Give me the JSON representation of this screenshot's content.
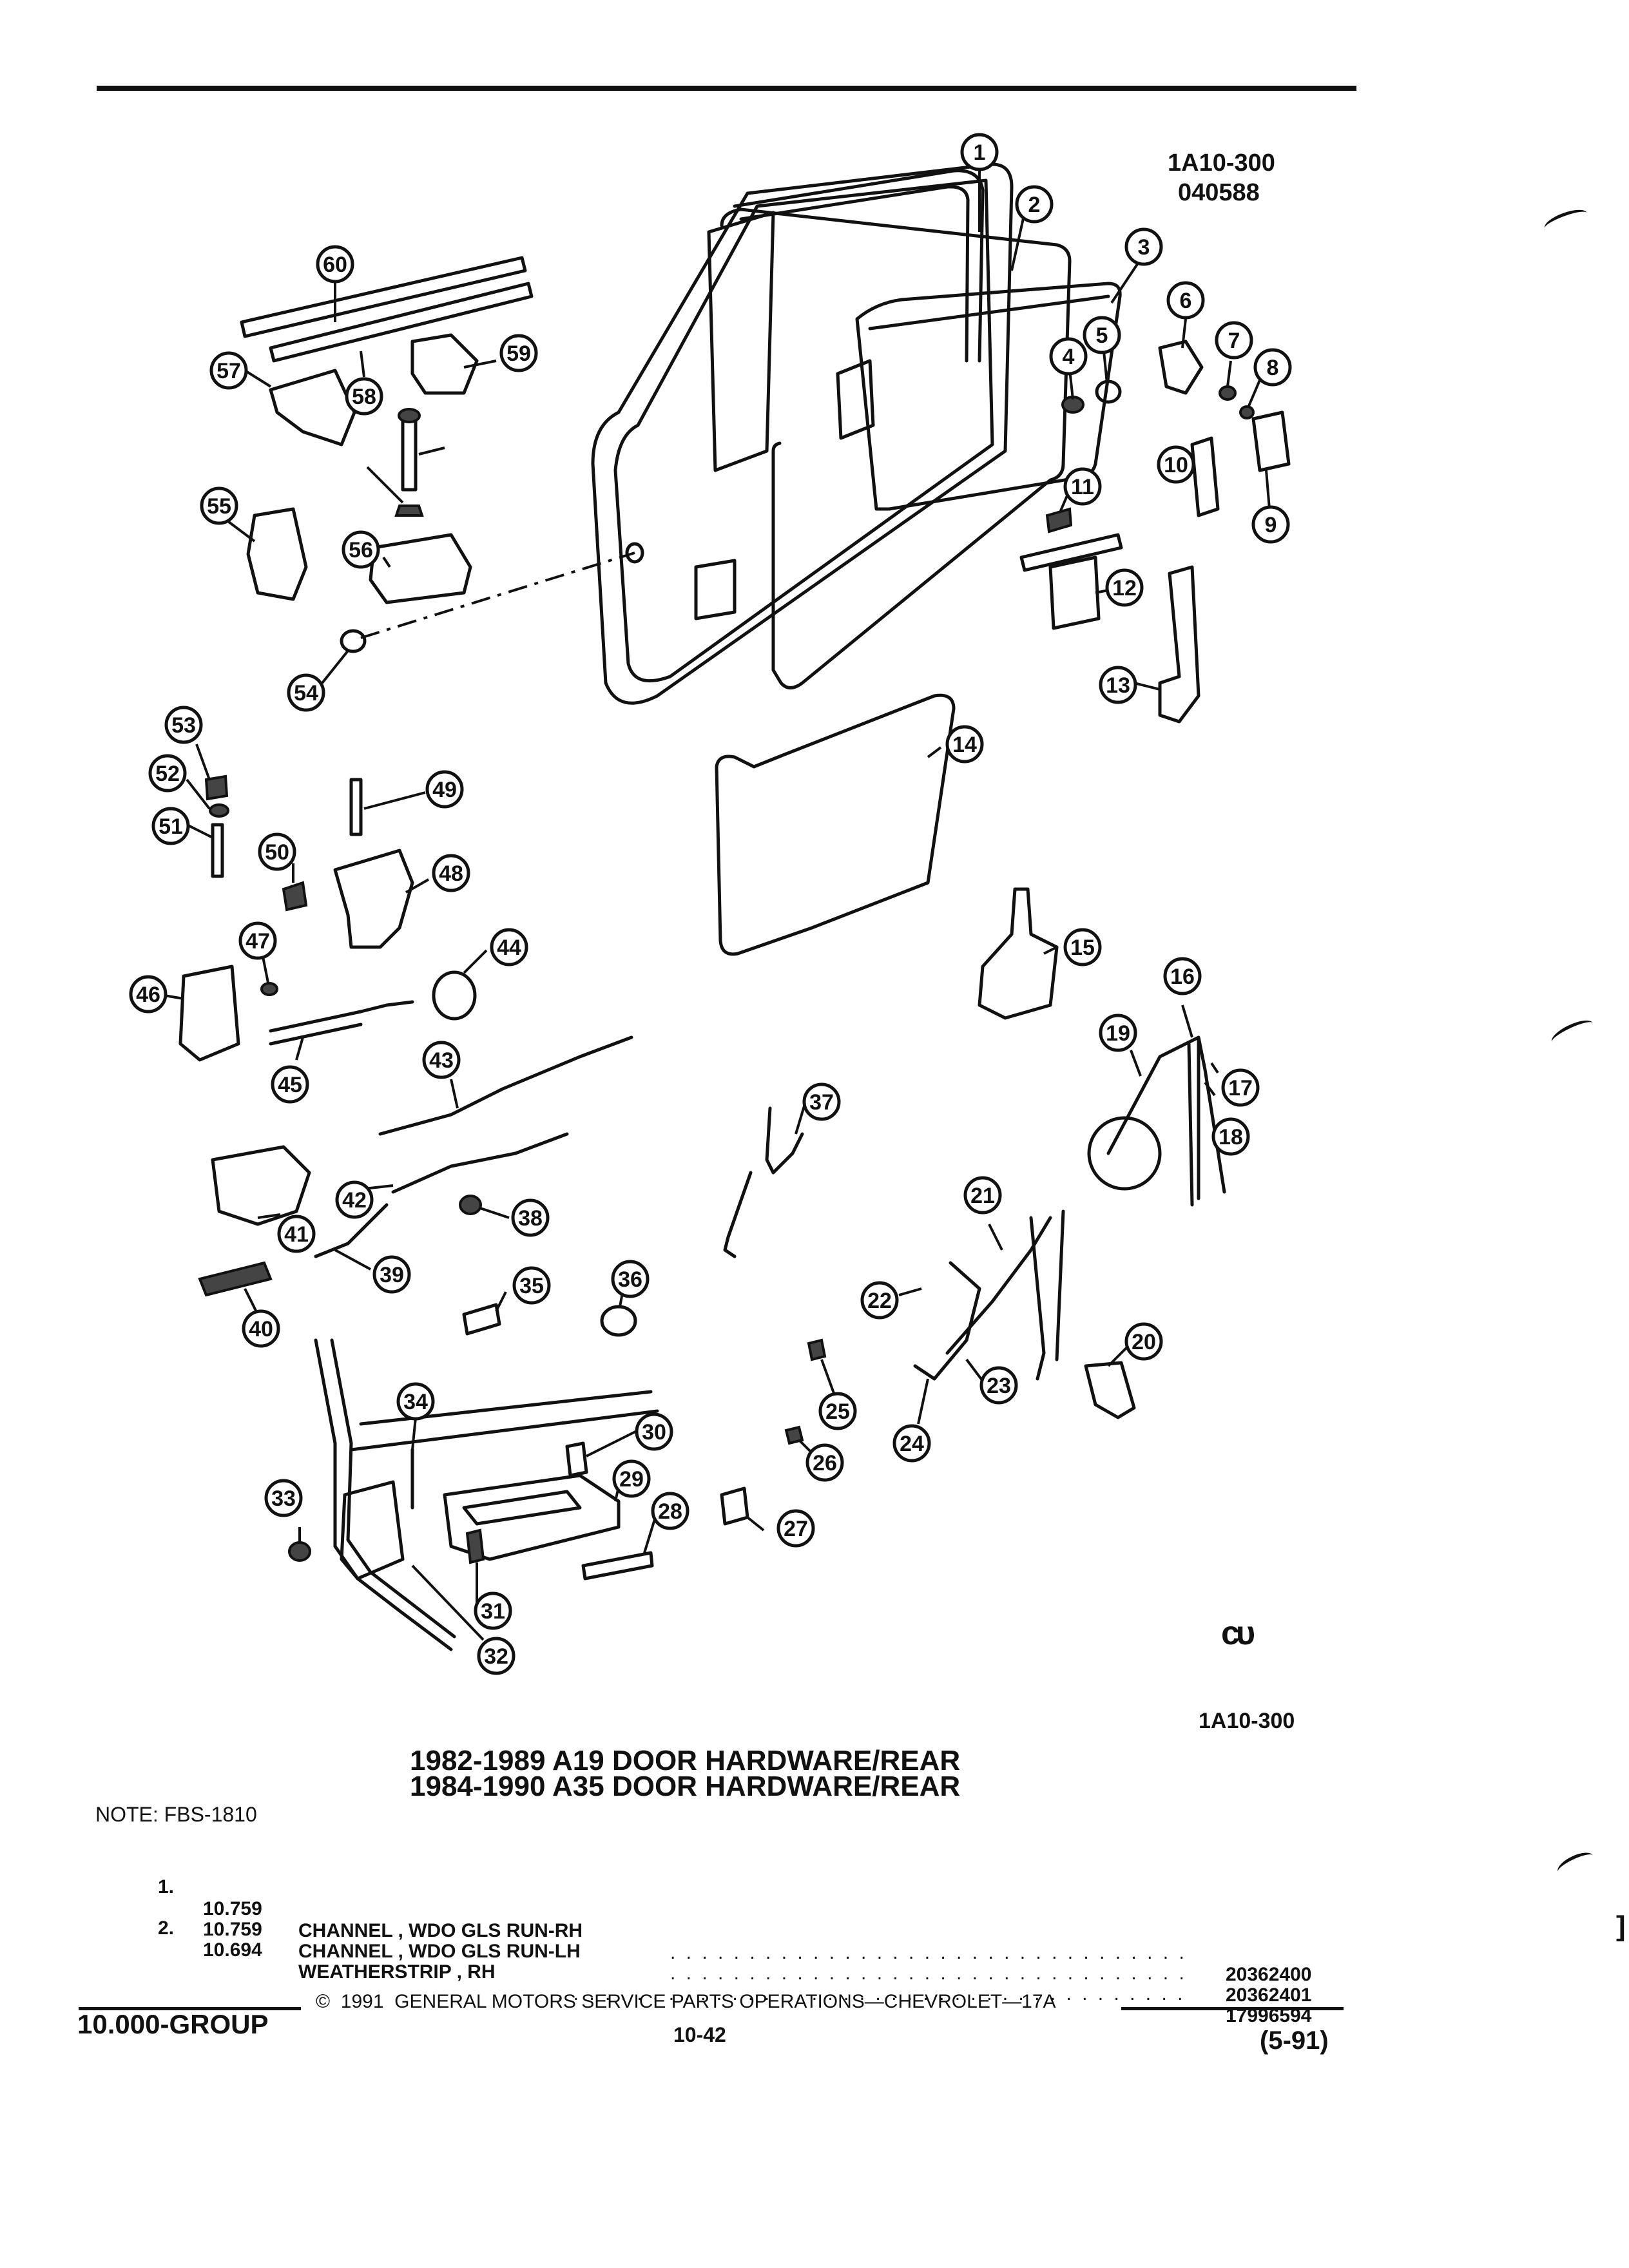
{
  "figure": {
    "ref_code": "1A10-300",
    "ref_number": "040588",
    "caption_code": "1A10-300",
    "brand_mark": "ᴄᴜ",
    "callouts": [
      "1",
      "2",
      "3",
      "4",
      "5",
      "6",
      "7",
      "8",
      "9",
      "10",
      "11",
      "12",
      "13",
      "14",
      "15",
      "16",
      "17",
      "18",
      "19",
      "20",
      "21",
      "22",
      "23",
      "24",
      "25",
      "26",
      "27",
      "28",
      "29",
      "30",
      "31",
      "32",
      "33",
      "34",
      "35",
      "36",
      "37",
      "38",
      "39",
      "40",
      "41",
      "42",
      "43",
      "44",
      "45",
      "46",
      "47",
      "48",
      "49",
      "50",
      "51",
      "52",
      "53",
      "54",
      "55",
      "56",
      "57",
      "58",
      "59",
      "60"
    ]
  },
  "title": {
    "line1": "1982-1989 A19 DOOR HARDWARE/REAR",
    "line2": "1984-1990 A35 DOOR HARDWARE/REAR"
  },
  "note": "NOTE: FBS-1810",
  "parts_list": [
    {
      "num": "1.",
      "code": "10.759",
      "desc": "CHANNEL , WDO GLS RUN-RH",
      "part_number": "20362400"
    },
    {
      "num": "",
      "code": "10.759",
      "desc": "CHANNEL , WDO GLS RUN-LH",
      "part_number": "20362401"
    },
    {
      "num": "2.",
      "code": "10.694",
      "desc": "WEATHERSTRIP , RH",
      "part_number": "17996594"
    }
  ],
  "footer": {
    "copyright": "©  1991  GENERAL MOTORS SERVICE PARTS OPERATIONS—CHEVROLET—17A",
    "group": "10.000-GROUP",
    "page": "10-42",
    "date": "(5-91)"
  },
  "margin_mark": "]"
}
